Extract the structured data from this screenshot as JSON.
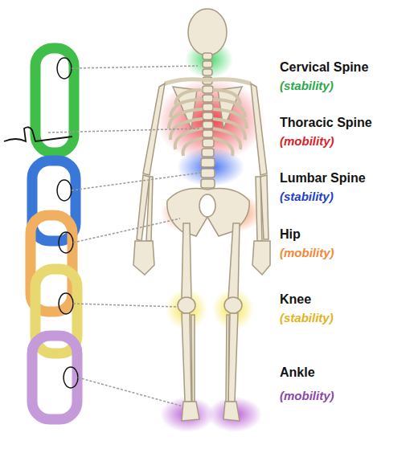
{
  "diagram": {
    "labels": [
      "Cervical Spine",
      "(stability)",
      "Thoracic Spine",
      "(mobility)",
      "Lumbar Spine",
      "(stability)",
      "Hip",
      "(mobility)",
      "Knee",
      "(stability)",
      "Ankle",
      "(mobility)"
    ]
  }
}
